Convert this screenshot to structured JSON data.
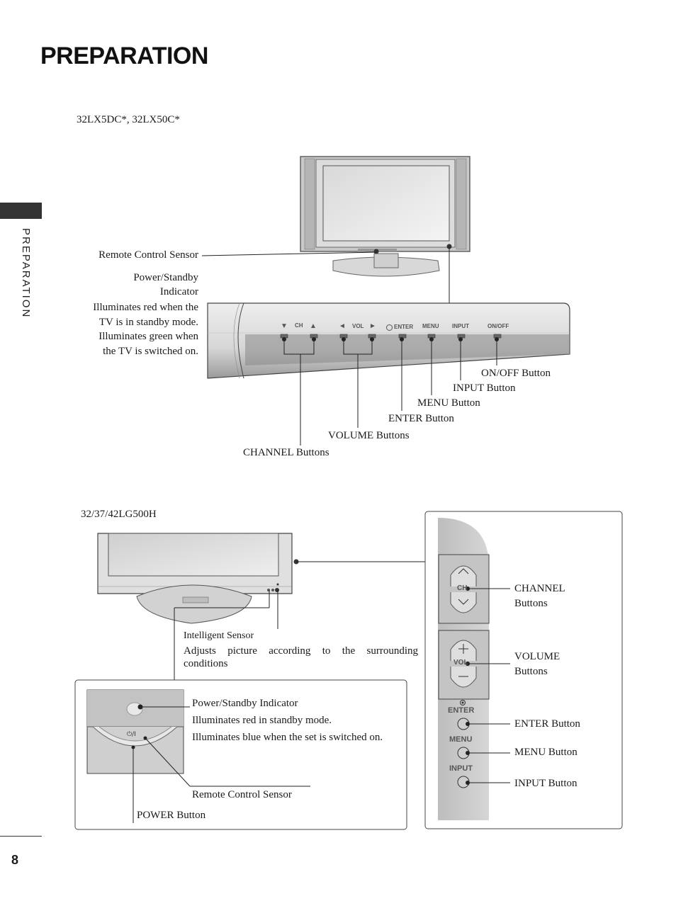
{
  "page": {
    "title": "PREPARATION",
    "sidebar_label": "PREPARATION",
    "page_number": "8"
  },
  "section1": {
    "model": "32LX5DC*, 32LX50C*",
    "remote_sensor": "Remote Control Sensor",
    "power_indicator_title_1": "Power/Standby",
    "power_indicator_title_2": "Indicator",
    "power_indicator_desc_1": "Illuminates red when the",
    "power_indicator_desc_2": "TV is in standby mode.",
    "power_indicator_desc_3": "Illuminates green when",
    "power_indicator_desc_4": "the TV is switched on.",
    "onoff": "ON/OFF Button",
    "input": "INPUT Button",
    "menu": "MENU Button",
    "enter": "ENTER Button",
    "volume": "VOLUME Buttons",
    "channel": "CHANNEL Buttons",
    "panel": {
      "ch_down": "▼",
      "ch": "CH",
      "ch_up": "▲",
      "vol_left": "◄",
      "vol": "VOL",
      "vol_right": "►",
      "enter": "ENTER",
      "menu": "MENU",
      "input": "INPUT",
      "onoff": "ON/OFF"
    }
  },
  "section2": {
    "model": "32/37/42LG500H",
    "intelligent_sensor_title": "Intelligent Sensor",
    "intelligent_sensor_desc": "Adjusts picture according to the surrounding conditions",
    "power_indicator_title": "Power/Standby Indicator",
    "power_indicator_desc_1": "Illuminates red in standby mode.",
    "power_indicator_desc_2": "Illuminates blue when the set is switched on.",
    "remote_sensor": "Remote Control Sensor",
    "power_button": "POWER Button",
    "power_symbol": "⏻/I",
    "side_panel": {
      "ch": "CH",
      "vol": "VOL",
      "enter": "ENTER",
      "menu": "MENU",
      "input": "INPUT",
      "channel_label_1": "CHANNEL",
      "channel_label_2": "Buttons",
      "volume_label_1": "VOLUME",
      "volume_label_2": "Buttons",
      "enter_button": "ENTER Button",
      "menu_button": "MENU Button",
      "input_button": "INPUT Button"
    }
  }
}
